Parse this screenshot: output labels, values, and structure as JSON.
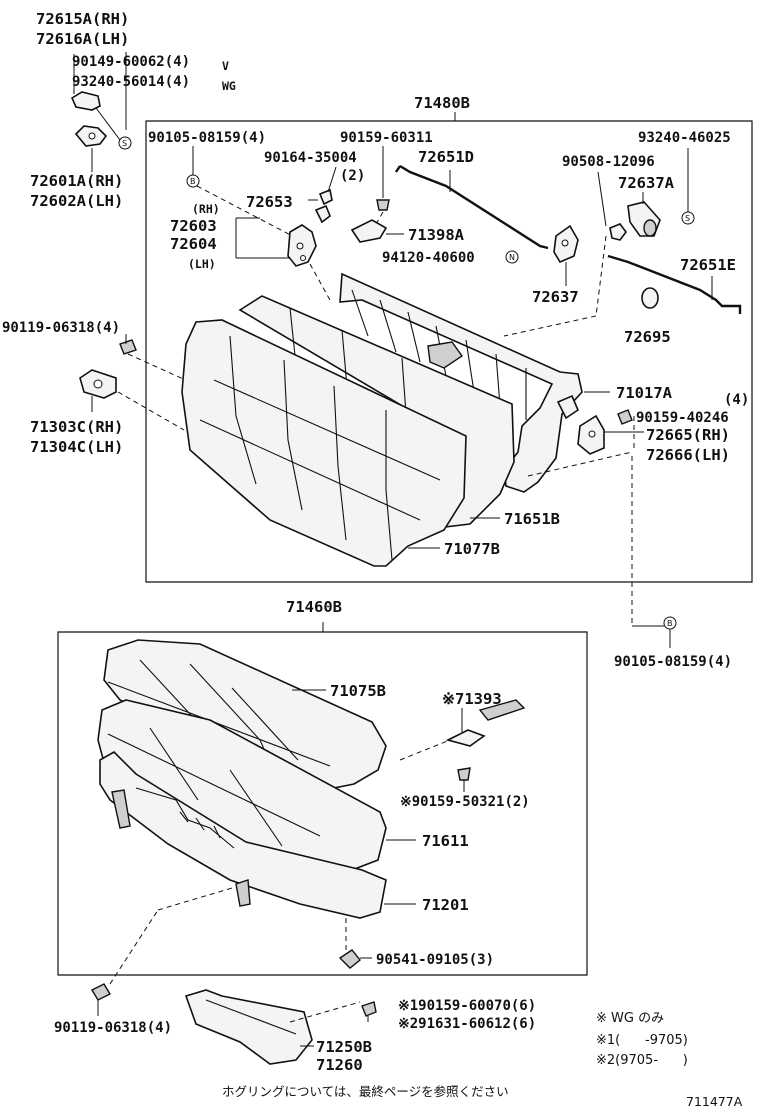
{
  "labels": {
    "l72615a": "72615A(RH)",
    "l72616a": "72616A(LH)",
    "l90149": "90149-60062(4)",
    "l90149_suffix": "V",
    "l93240a": "93240-56014(4)",
    "l93240a_suffix": "WG",
    "l72601a": "72601A(RH)",
    "l72602a": "72602A(LH)",
    "l71480b": "71480B",
    "l90105a": "90105-08159(4)",
    "l90159_60311": "90159-60311",
    "l93240_46025": "93240-46025",
    "l90164": "90164-35004",
    "l90164_qty": "(2)",
    "l72651d": "72651D",
    "l90508": "90508-12096",
    "l72637a": "72637A",
    "l72653": "72653",
    "l_rh": "(RH)",
    "l72603": "72603",
    "l72604": "72604",
    "l_lh": "(LH)",
    "l71398a": "71398A",
    "l94120": "94120-40600",
    "l72637": "72637",
    "l72651e": "72651E",
    "l90119a": "90119-06318(4)",
    "l72695": "72695",
    "l71303c": "71303C(RH)",
    "l71304c": "71304C(LH)",
    "l71017a": "71017A",
    "l_qty4": "(4)",
    "l90159_40246": "90159-40246",
    "l72665": "72665(RH)",
    "l72666": "72666(LH)",
    "l71651b": "71651B",
    "l71077b": "71077B",
    "l71460b": "71460B",
    "l90105b": "90105-08159(4)",
    "l71075b": "71075B",
    "l71393": "※71393",
    "l90159_50321": "※90159-50321(2)",
    "l71611": "71611",
    "l71201": "71201",
    "l90541": "90541-09105(3)",
    "l90119b": "90119-06318(4)",
    "l190159": "※190159-60070(6)",
    "l291631": "※291631-60612(6)",
    "l71250b": "71250B",
    "l71260": "71260"
  },
  "symbols": {
    "s_letter": "S",
    "b_letter": "B",
    "n_letter": "N"
  },
  "notes": {
    "wg_only": "※ WG のみ",
    "note1": "※1(      -9705)",
    "note2": "※2(9705-      )"
  },
  "footer": {
    "text": "ホグリングについては、最終ページを参照ください",
    "code": "711477A"
  }
}
